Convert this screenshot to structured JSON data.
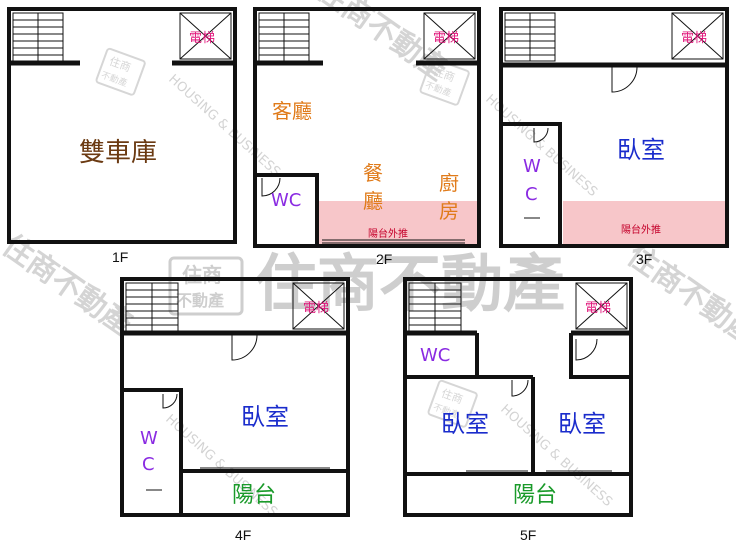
{
  "floors": [
    {
      "label": "1F"
    },
    {
      "label": "2F"
    },
    {
      "label": "3F"
    },
    {
      "label": "4F"
    },
    {
      "label": "5F"
    }
  ],
  "rooms": {
    "elevator": "電梯",
    "garage": "雙車庫",
    "living": "客廳",
    "dining": "餐\n廳",
    "kitchen": "廚\n房",
    "wc_2f": "WC",
    "balcony_extend": "陽台外推",
    "bedroom": "臥室",
    "wc_vertical": "W\nC",
    "wc_5f": "WC",
    "balcony": "陽台"
  },
  "watermark": {
    "brand": "住商不動產",
    "logo_top": "住商",
    "logo_bottom": "不動產",
    "english": "HOUSING & BUSINESS"
  },
  "colors": {
    "wall": "#111111",
    "elevator_text": "#e0157a",
    "garage_text": "#6b3a12",
    "living_text": "#e07b1a",
    "wc_text": "#8a2be2",
    "bedroom_text": "#1a2ccc",
    "balcony_text": "#1a9a2a",
    "balcony_fill": "#f7c6c9",
    "balcony_ext_text": "#c4002a",
    "watermark": "#c8c8c8"
  }
}
